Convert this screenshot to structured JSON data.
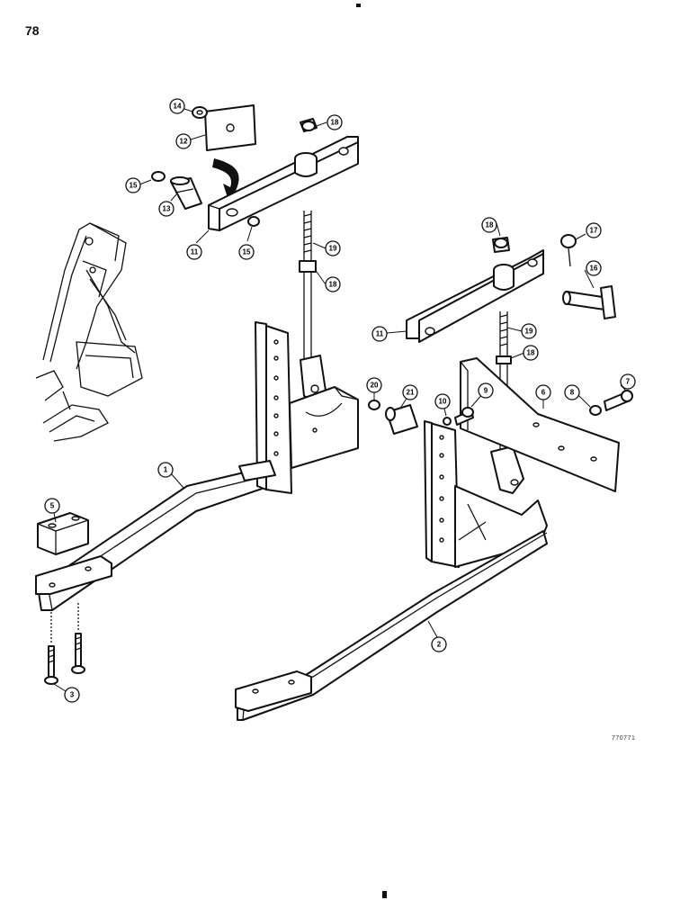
{
  "page": {
    "number": "78",
    "drawing_code": "770771"
  },
  "callouts": [
    {
      "id": "c14",
      "label": "14"
    },
    {
      "id": "c12",
      "label": "12"
    },
    {
      "id": "c18a",
      "label": "18"
    },
    {
      "id": "c15a",
      "label": "15"
    },
    {
      "id": "c13",
      "label": "13"
    },
    {
      "id": "c11a",
      "label": "11"
    },
    {
      "id": "c15b",
      "label": "15"
    },
    {
      "id": "c19a",
      "label": "19"
    },
    {
      "id": "c18b",
      "label": "18"
    },
    {
      "id": "c18c",
      "label": "18"
    },
    {
      "id": "c17",
      "label": "17"
    },
    {
      "id": "c16",
      "label": "16"
    },
    {
      "id": "c11b",
      "label": "11"
    },
    {
      "id": "c19b",
      "label": "19"
    },
    {
      "id": "c18d",
      "label": "18"
    },
    {
      "id": "c20",
      "label": "20"
    },
    {
      "id": "c21",
      "label": "21"
    },
    {
      "id": "c10",
      "label": "10"
    },
    {
      "id": "c9",
      "label": "9"
    },
    {
      "id": "c6",
      "label": "6"
    },
    {
      "id": "c8",
      "label": "8"
    },
    {
      "id": "c7",
      "label": "7"
    },
    {
      "id": "c1",
      "label": "1"
    },
    {
      "id": "c5",
      "label": "5"
    },
    {
      "id": "c2",
      "label": "2"
    },
    {
      "id": "c3",
      "label": "3"
    }
  ]
}
